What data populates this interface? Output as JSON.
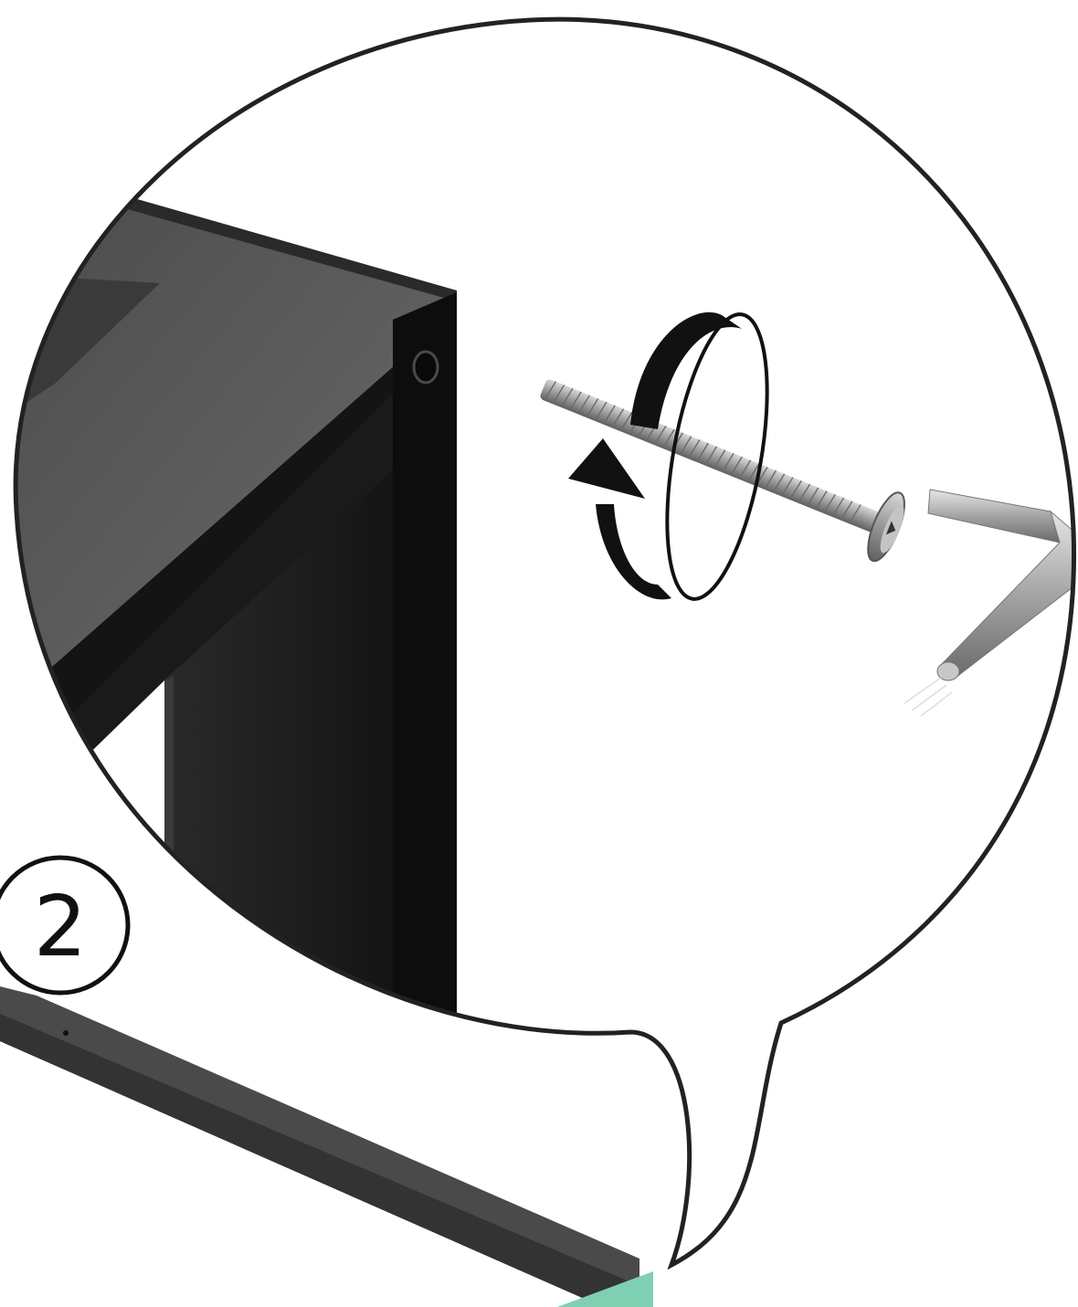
{
  "instruction": {
    "step_number": "2"
  },
  "colors": {
    "background": "#ffffff",
    "outline": "#222222",
    "table_top": "#5a5a5a",
    "table_frame": "#151515",
    "rail_top": "#555555",
    "rail_face": "#2e2e2e",
    "rail_end": "#7fcfb3",
    "bolt": "#a8a8a8",
    "allen_key": "#9a9a9a",
    "arrow": "#111111"
  },
  "icons": {
    "step_badge": "numbered-circle",
    "rotation": "clockwise-rotation-arrow",
    "fastener": "hex-socket-bolt",
    "tool": "allen-key"
  }
}
